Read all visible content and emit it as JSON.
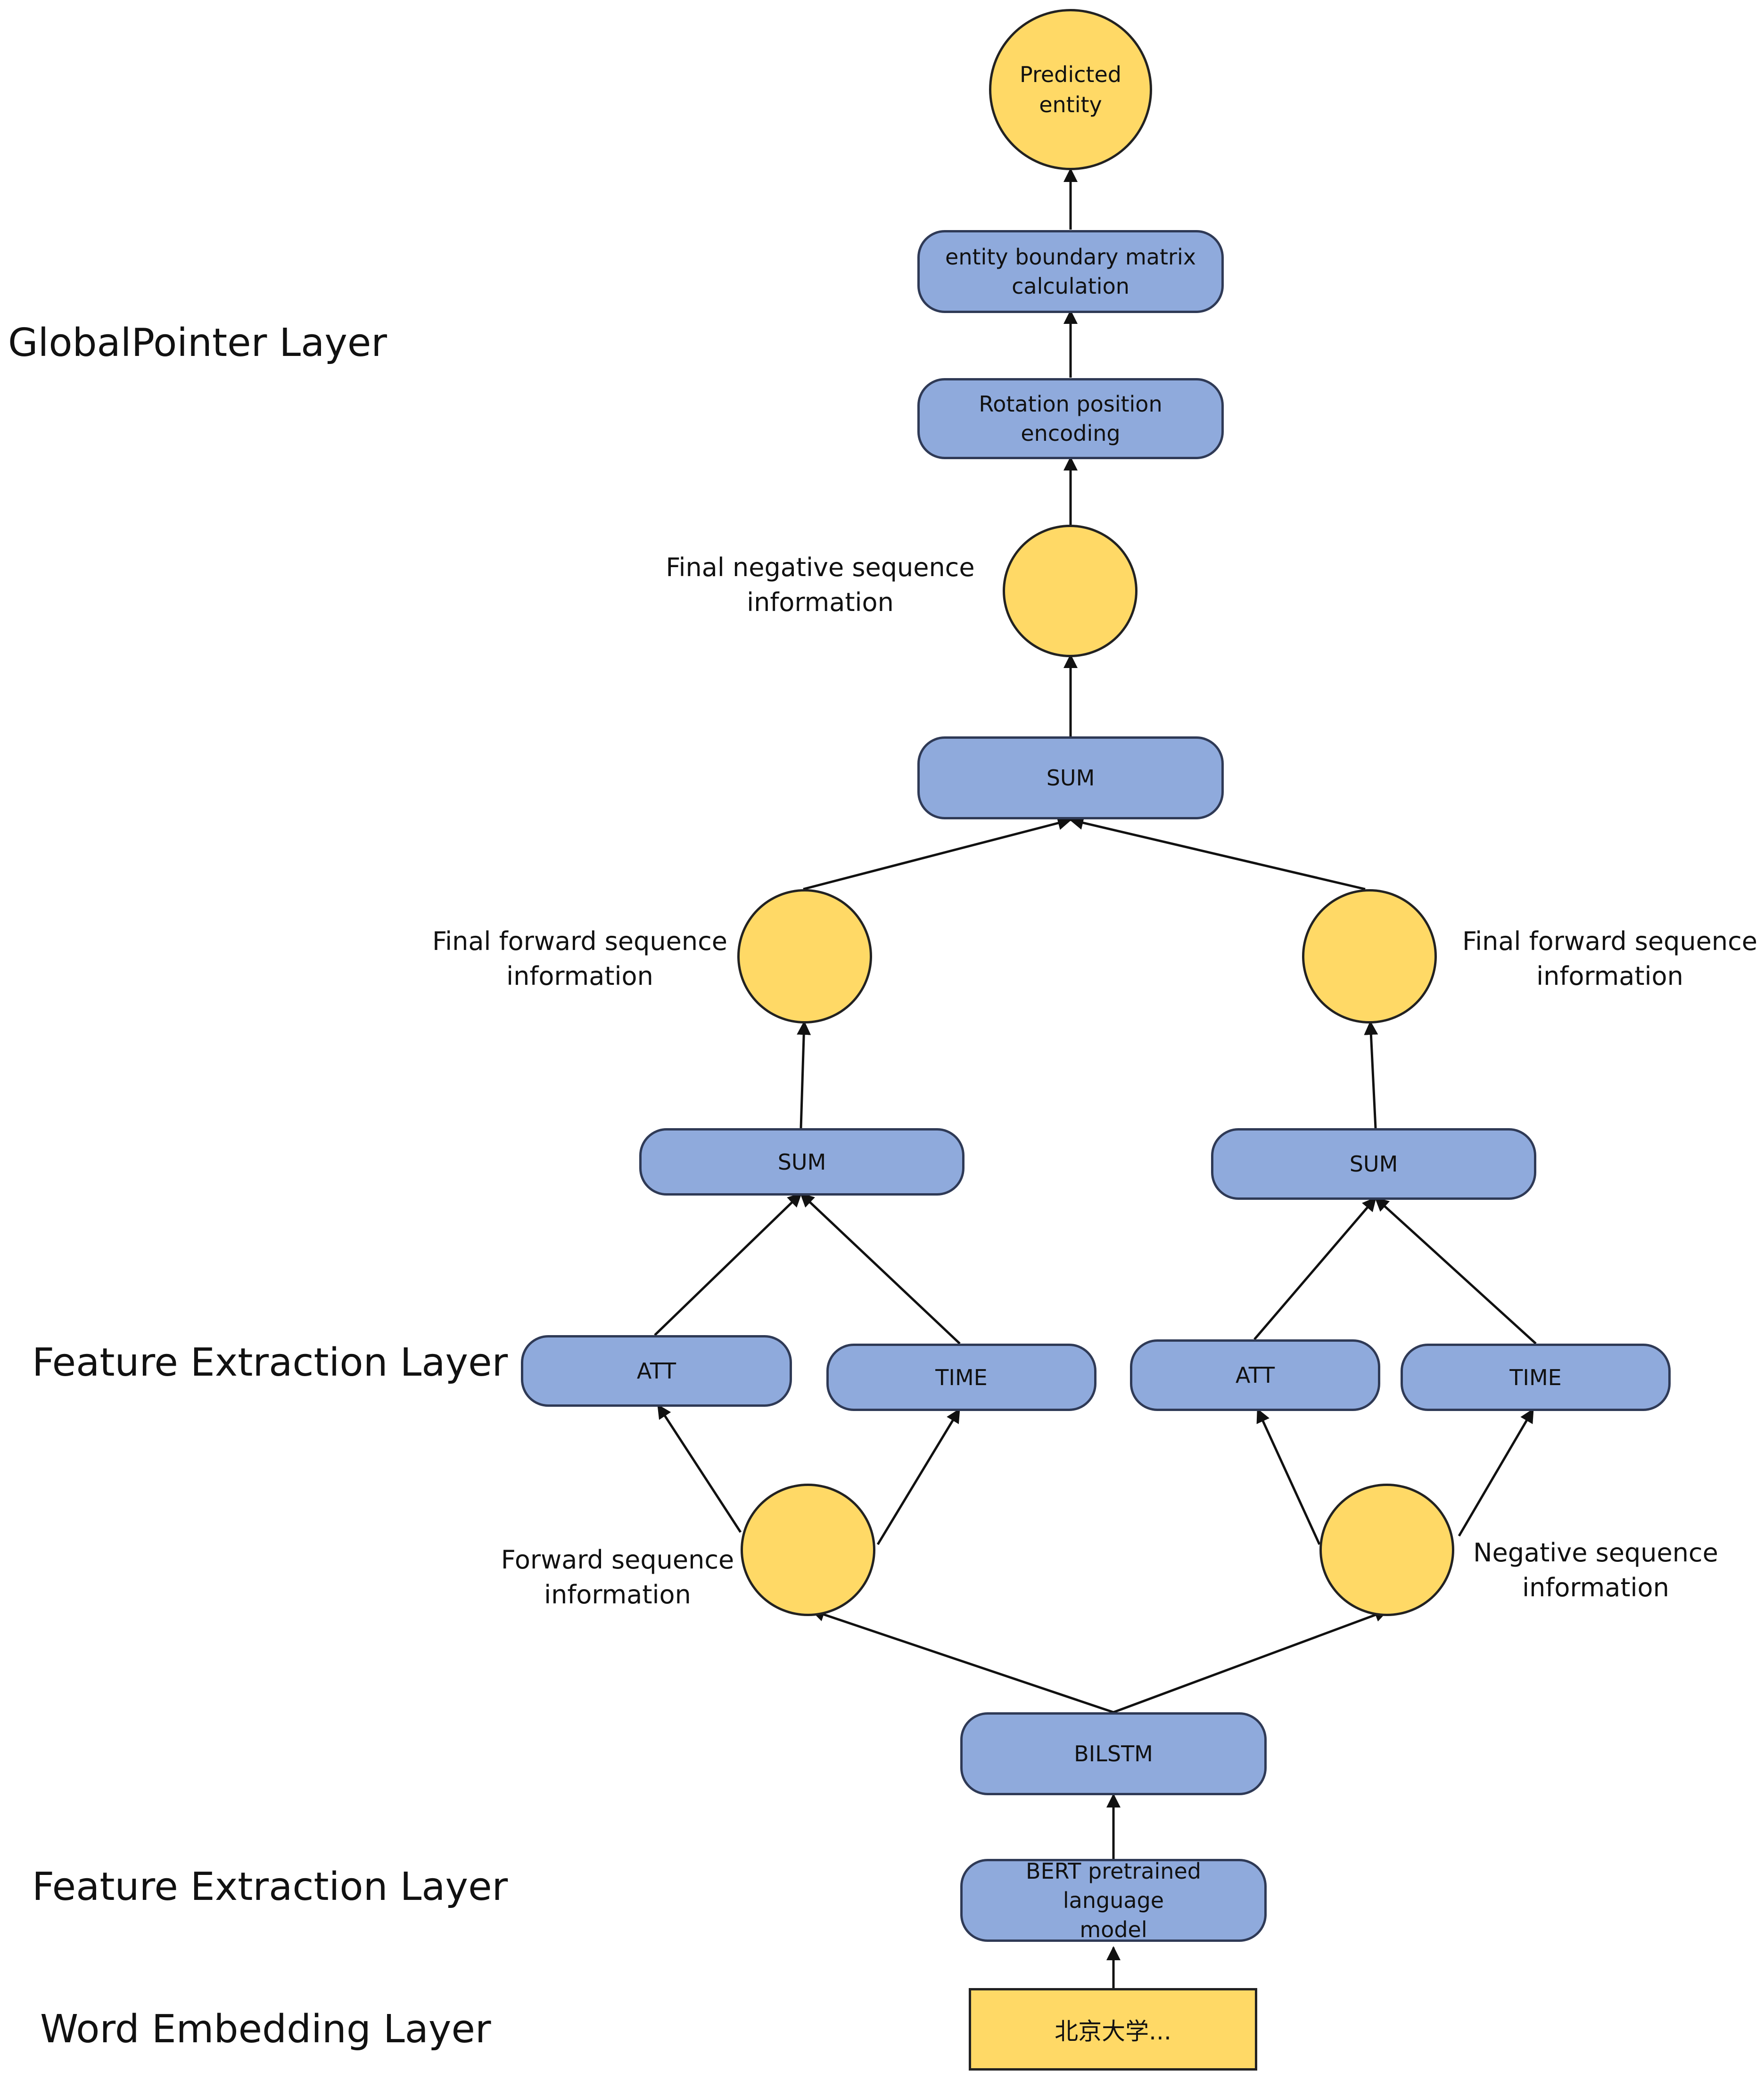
{
  "layers": {
    "globalpointer": "GlobalPointer Layer",
    "feature_upper": "Feature Extraction Layer",
    "feature_lower": "Feature Extraction Layer",
    "word_embedding": "Word Embedding Layer"
  },
  "nodes": {
    "predicted_entity": "Predicted\nentity",
    "entity_boundary": "entity boundary matrix\ncalculation",
    "rotation_encoding": "Rotation position encoding",
    "sum_top": "SUM",
    "sum_left": "SUM",
    "sum_right": "SUM",
    "att_left": "ATT",
    "time_left": "TIME",
    "att_right": "ATT",
    "time_right": "TIME",
    "bilstm": "BILSTM",
    "bert": "BERT pretrained language\nmodel",
    "input_text": "北京大学..."
  },
  "annotations": {
    "final_negative": "Final negative sequence\ninformation",
    "final_forward_left": "Final forward sequence\ninformation",
    "final_forward_right": "Final forward sequence\ninformation",
    "forward_seq": "Forward sequence\ninformation",
    "negative_seq": "Negative sequence\ninformation"
  },
  "colors": {
    "box_fill": "#8faadc",
    "node_fill": "#ffd966",
    "stroke": "#222222"
  }
}
